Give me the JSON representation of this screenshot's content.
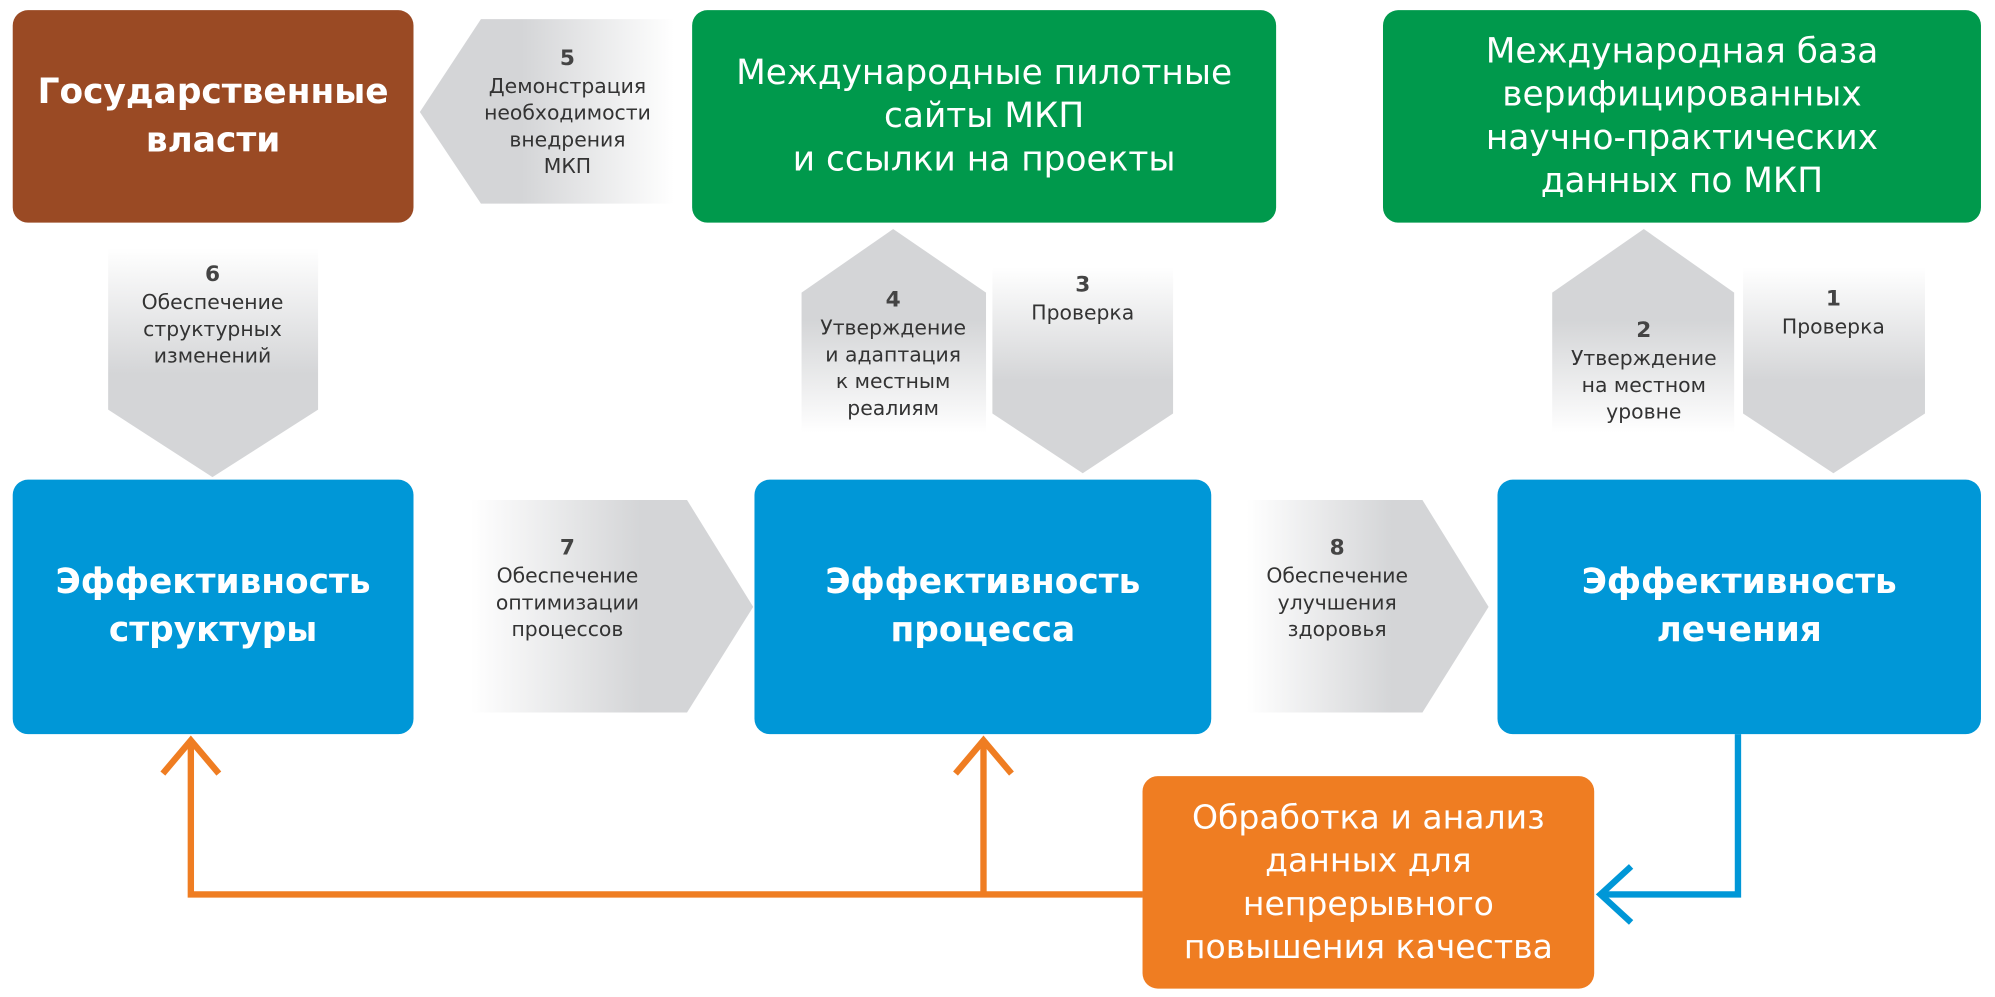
{
  "nodes": {
    "gov": "Государственные\nвласти",
    "pilot": "Международные пилотные\nсайты МКП\nи ссылки на проекты",
    "base": "Международная база\nверифицированных\nнаучно-практических\nданных по МКП",
    "structure": "Эффективность\nструктуры",
    "process": "Эффективность\nпроцесса",
    "treatment": "Эффективность\nлечения",
    "analysis": "Обработка и анализ\nданных для\nнепрерывного\nповышения качества"
  },
  "steps": [
    {
      "num": "1",
      "text": "Проверка"
    },
    {
      "num": "2",
      "text": "Утверждение\nна местном\nуровне"
    },
    {
      "num": "3",
      "text": "Проверка"
    },
    {
      "num": "4",
      "text": "Утверждение\nи адаптация\nк местным\nреалиям"
    },
    {
      "num": "5",
      "text": "Демонстрация\nнеобходимости\nвнедрения\nМКП"
    },
    {
      "num": "6",
      "text": "Обеспечение\nструктурных\nизменений"
    },
    {
      "num": "7",
      "text": "Обеспечение\nоптимизации\nпроцессов"
    },
    {
      "num": "8",
      "text": "Обеспечение\nулучшения\nздоровья"
    }
  ],
  "colors": {
    "brown": "#9a4a24",
    "green": "#00994c",
    "blue": "#0097d7",
    "orange": "#ef7d22"
  }
}
